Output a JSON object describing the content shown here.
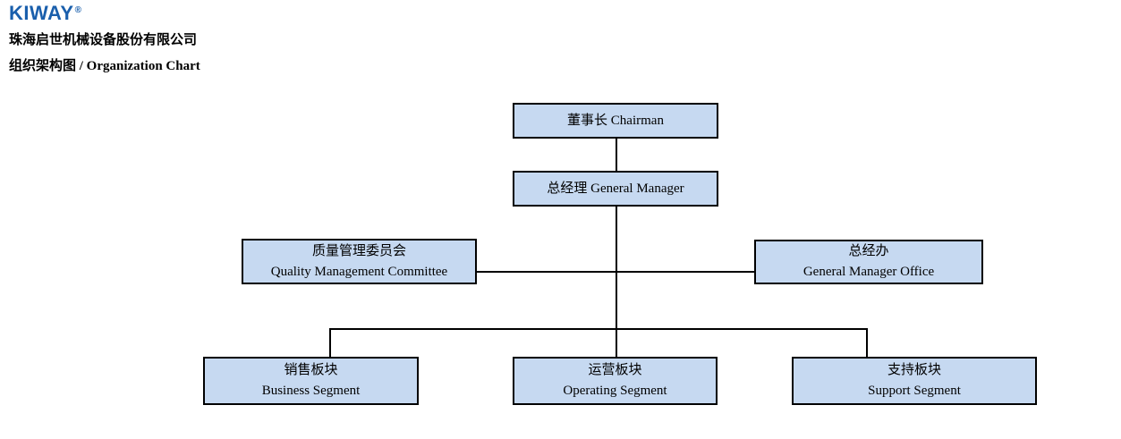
{
  "header": {
    "logo_text": "KIWAY",
    "logo_mark": "®",
    "company_name": "珠海启世机械设备股份有限公司",
    "chart_title": "组织架构图 / Organization Chart"
  },
  "org": {
    "nodes": {
      "chairman": {
        "label": "董事长 Chairman"
      },
      "general_manager": {
        "label": "总经理 General Manager"
      },
      "quality_committee": {
        "line1": "质量管理委员会",
        "line2": "Quality Management Committee"
      },
      "gm_office": {
        "line1": "总经办",
        "line2": "General Manager Office"
      },
      "business": {
        "line1": "销售板块",
        "line2": "Business Segment"
      },
      "operating": {
        "line1": "运营板块",
        "line2": "Operating Segment"
      },
      "support": {
        "line1": "支持板块",
        "line2": "Support Segment"
      }
    },
    "edges": [
      [
        "chairman",
        "general_manager"
      ],
      [
        "general_manager",
        "quality_committee"
      ],
      [
        "general_manager",
        "gm_office"
      ],
      [
        "general_manager",
        "business"
      ],
      [
        "general_manager",
        "operating"
      ],
      [
        "general_manager",
        "support"
      ]
    ]
  },
  "colors": {
    "box_fill": "#C6D9F1",
    "box_border": "#000000",
    "connector": "#000000",
    "logo_blue": "#1A5FAC",
    "text": "#000000",
    "background": "#FFFFFF"
  }
}
